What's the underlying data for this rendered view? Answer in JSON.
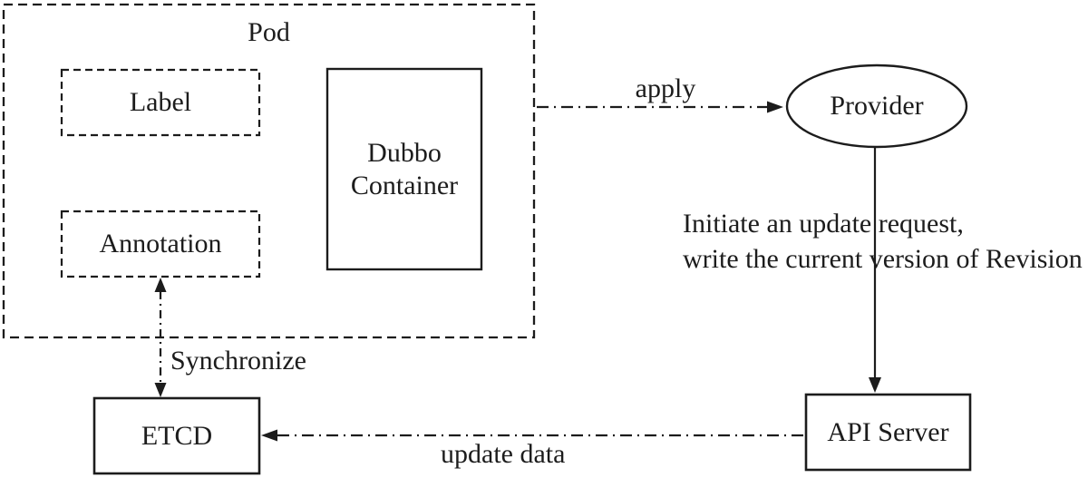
{
  "canvas": {
    "background": "#ffffff",
    "line_color": "#1c1c1c"
  },
  "pod": {
    "title": "Pod"
  },
  "nodes": {
    "label": {
      "text": "Label",
      "shape": "dashed-rect"
    },
    "annotation": {
      "text": "Annotation",
      "shape": "dashed-rect"
    },
    "dubbo_container": {
      "text": "Dubbo Container",
      "shape": "solid-rect"
    },
    "provider": {
      "text": "Provider",
      "shape": "ellipse"
    },
    "api_server": {
      "text": "API Server",
      "shape": "solid-rect"
    },
    "etcd": {
      "text": "ETCD",
      "shape": "solid-rect"
    }
  },
  "edges": {
    "apply": {
      "label": "apply",
      "style": "dash-dot-arrow",
      "from": "pod",
      "to": "provider"
    },
    "provider_to_api_server": {
      "label_line1": "Initiate an update request,",
      "label_line2": "write the current version of Revision",
      "style": "solid-arrow",
      "from": "provider",
      "to": "api_server"
    },
    "synchronize": {
      "label": "Synchronize",
      "style": "dash-dot-double-arrow",
      "from": "annotation",
      "to": "etcd"
    },
    "update_data": {
      "label": "update data",
      "style": "dash-dot-arrow",
      "from": "api_server",
      "to": "etcd"
    }
  }
}
